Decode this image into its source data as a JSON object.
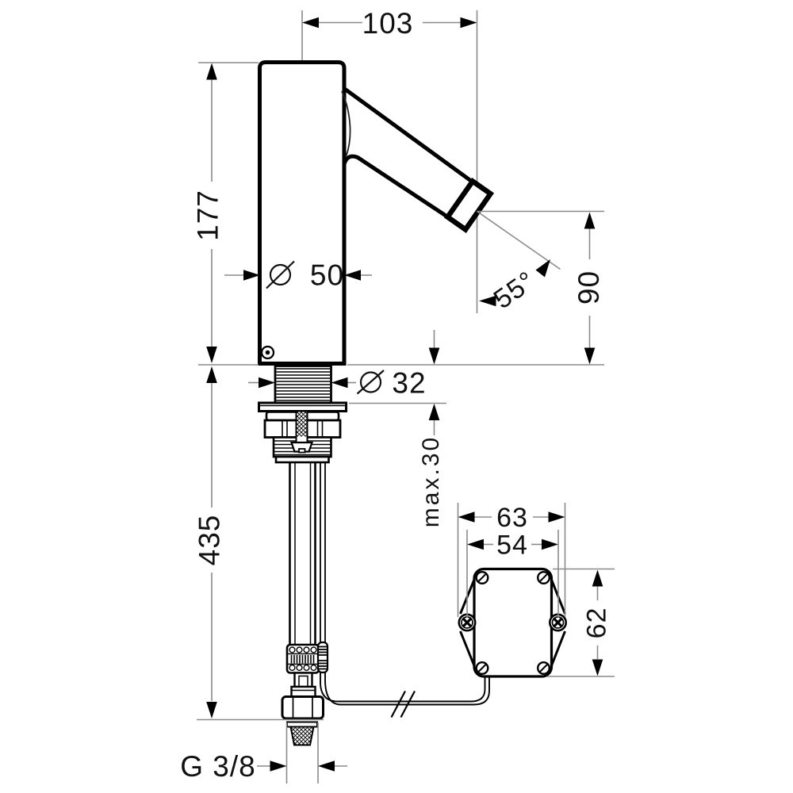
{
  "drawing": {
    "type": "technical-installation-drawing",
    "subject": "electronic-basin-faucet-with-control-box",
    "background_color": "#ffffff",
    "outline_color": "#000000",
    "dimension_line_color": "#8a8a8a",
    "text_color": "#111111"
  },
  "dimensions": {
    "spout_reach": {
      "label": "103"
    },
    "body_height": {
      "label": "177"
    },
    "body_diameter": {
      "symbol": "Ø",
      "value": "50"
    },
    "spout_angle": {
      "label": "55°"
    },
    "outlet_height": {
      "label": "90"
    },
    "shank_diameter": {
      "symbol": "Ø",
      "value": "32"
    },
    "max_deck_thickness": {
      "label": "max.30"
    },
    "height_below_deck": {
      "label": "435"
    },
    "control_box": {
      "outer_width": {
        "label": "63"
      },
      "hole_spacing": {
        "label": "54"
      },
      "height": {
        "label": "62"
      }
    },
    "inlet_thread": {
      "label": "G 3/8"
    }
  }
}
